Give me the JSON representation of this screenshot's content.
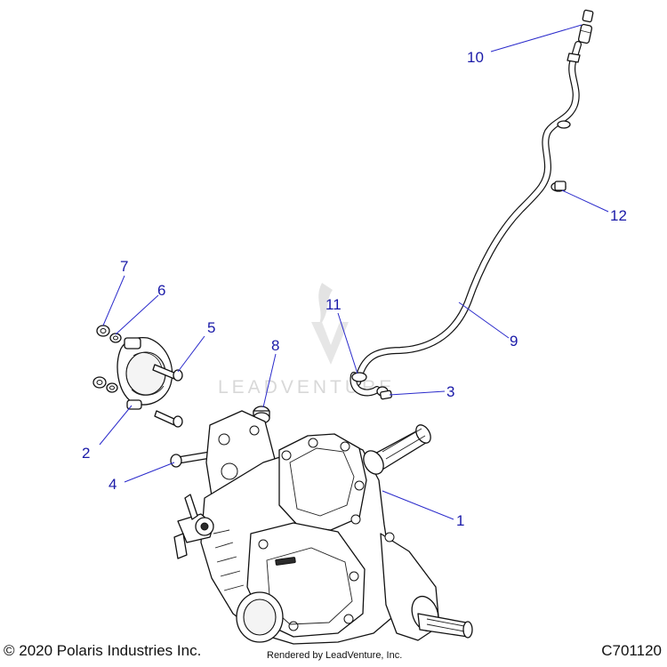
{
  "callouts": [
    {
      "id": "1",
      "label": "1"
    },
    {
      "id": "2",
      "label": "2"
    },
    {
      "id": "3",
      "label": "3"
    },
    {
      "id": "4",
      "label": "4"
    },
    {
      "id": "5",
      "label": "5"
    },
    {
      "id": "6",
      "label": "6"
    },
    {
      "id": "7",
      "label": "7"
    },
    {
      "id": "8",
      "label": "8"
    },
    {
      "id": "9",
      "label": "9"
    },
    {
      "id": "10",
      "label": "10"
    },
    {
      "id": "11",
      "label": "11"
    },
    {
      "id": "12",
      "label": "12"
    }
  ],
  "watermark": {
    "text": "LEADVENTURE"
  },
  "footer": {
    "copyright": "© 2020 Polaris Industries Inc.",
    "rendered_by": "Rendered by LeadVenture, Inc.",
    "diagram_code": "C701120"
  },
  "colors": {
    "callout": "#1a1aa8",
    "leader": "#2a2acb"
  }
}
